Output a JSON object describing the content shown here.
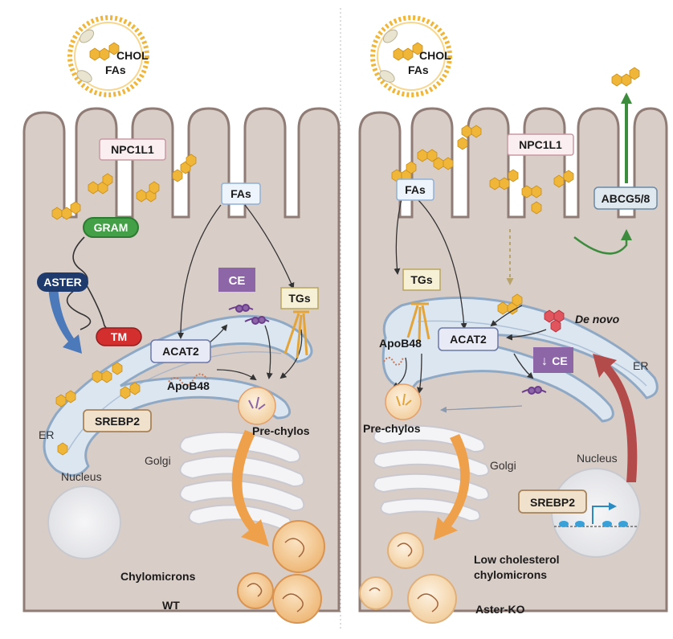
{
  "colors": {
    "cell_fill": "#d9cdc8",
    "cell_stroke": "#8f7c76",
    "er_fill": "#dbe6f1",
    "er_stroke": "#8fa9c4",
    "golgi_fill": "#f4f4f6",
    "chol": "#f0b63a",
    "aster_navy": "#1f3b6e",
    "gram_green": "#43a047",
    "tm_red": "#d32f2f",
    "ce_purple": "#8c66a6",
    "arrow_blue": "#4b79b9",
    "arrow_orange": "#eea04a",
    "arrow_green": "#3d8b3d",
    "arrow_red": "#b34b4b",
    "arrow_olive": "#b7a36b"
  },
  "micelle_left": {
    "chol": "CHOL",
    "fas": "FAs"
  },
  "micelle_right": {
    "chol": "CHOL",
    "fas": "FAs"
  },
  "wt": {
    "caption": "WT",
    "npc1l1": "NPC1L1",
    "gram": "GRAM",
    "aster": "ASTER",
    "tm": "TM",
    "fas": "FAs",
    "ce": "CE",
    "tgs": "TGs",
    "acat2": "ACAT2",
    "apob48": "ApoB48",
    "srebp2": "SREBP2",
    "er": "ER",
    "nucleus": "Nucleus",
    "golgi": "Golgi",
    "prechylos": "Pre-chylos",
    "chylomicrons": "Chylomicrons"
  },
  "ko": {
    "caption": "Aster-KO",
    "npc1l1": "NPC1L1",
    "abcg": "ABCG5/8",
    "fas": "FAs",
    "tgs": "TGs",
    "acat2": "ACAT2",
    "apob48": "ApoB48",
    "de_novo": "De novo",
    "ce": "CE",
    "down_arrow": "↓",
    "er": "ER",
    "prechylos": "Pre-chylos",
    "golgi": "Golgi",
    "nucleus": "Nucleus",
    "srebp2": "SREBP2",
    "low_chol_1": "Low cholesterol",
    "low_chol_2": "chylomicrons"
  }
}
